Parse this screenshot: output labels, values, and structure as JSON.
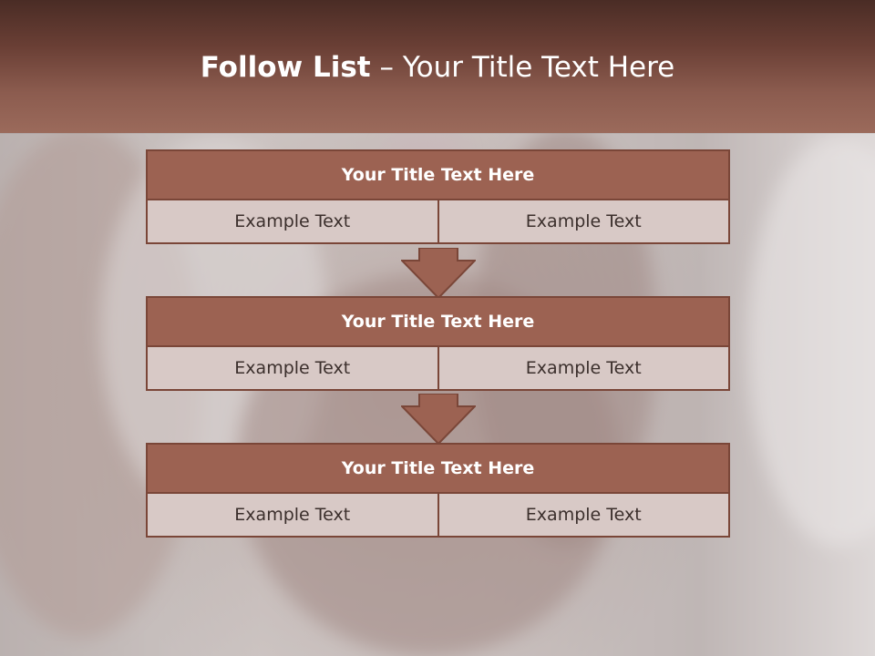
{
  "slide": {
    "title_bold": "Follow List",
    "title_separator": " – ",
    "title_rest": "Your Title Text Here"
  },
  "flow": [
    {
      "title": "Your Title Text Here",
      "cells": [
        "Example Text",
        "Example Text"
      ]
    },
    {
      "title": "Your Title Text Here",
      "cells": [
        "Example Text",
        "Example Text"
      ]
    },
    {
      "title": "Your Title Text Here",
      "cells": [
        "Example Text",
        "Example Text"
      ]
    }
  ],
  "colors": {
    "header_dark": "#4a2c25",
    "header_light": "#9b6a5b",
    "block_title_fill": "#9c6252",
    "block_border": "#7a4638",
    "cell_fill": "#d8c9c6",
    "arrow_fill": "#9c6252"
  },
  "icons": {
    "arrow": "down-arrow-icon"
  }
}
